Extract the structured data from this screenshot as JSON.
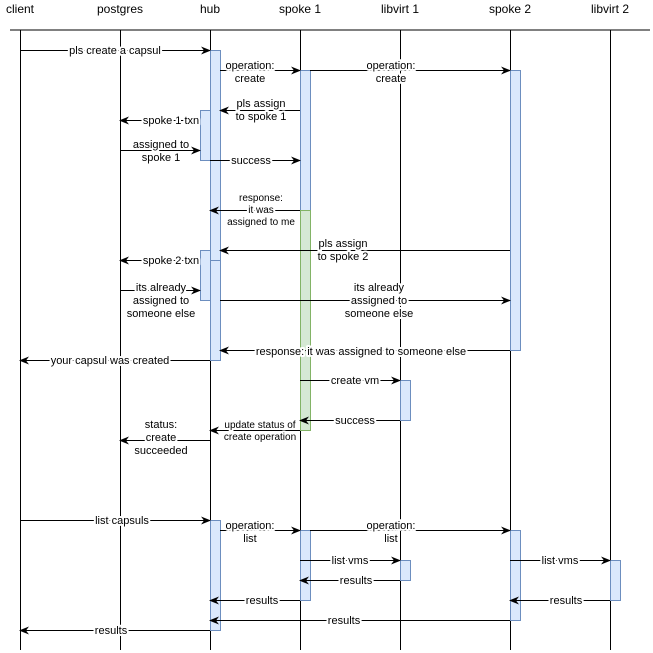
{
  "participants": [
    "client",
    "postgres",
    "hub",
    "spoke 1",
    "libvirt 1",
    "spoke 2",
    "libvirt 2"
  ],
  "messages": [
    {
      "lines": [
        "pls create a capsul"
      ]
    },
    {
      "lines": [
        "operation:",
        "create"
      ]
    },
    {
      "lines": [
        "operation:",
        "create"
      ]
    },
    {
      "lines": [
        "pls assign",
        "to spoke 1"
      ]
    },
    {
      "lines": [
        "spoke 1 txn"
      ]
    },
    {
      "lines": [
        "assigned to",
        "spoke 1"
      ]
    },
    {
      "lines": [
        "success"
      ]
    },
    {
      "lines": [
        "response:",
        "it was",
        "assigned to me"
      ]
    },
    {
      "lines": [
        "pls assign",
        "to spoke 2"
      ]
    },
    {
      "lines": [
        "spoke 2 txn"
      ]
    },
    {
      "lines": [
        "its already",
        "assigned to",
        "someone else"
      ]
    },
    {
      "lines": [
        "its already",
        "assigned to",
        "someone else"
      ]
    },
    {
      "lines": [
        "response: it was assigned to someone else"
      ]
    },
    {
      "lines": [
        "your capsul was created"
      ]
    },
    {
      "lines": [
        "create vm"
      ]
    },
    {
      "lines": [
        "success"
      ]
    },
    {
      "lines": [
        "update status of",
        "create operation"
      ]
    },
    {
      "lines": [
        "status:",
        "create",
        "succeeded"
      ]
    },
    {
      "lines": [
        "list capsuls"
      ]
    },
    {
      "lines": [
        "operation:",
        "list"
      ]
    },
    {
      "lines": [
        "operation:",
        "list"
      ]
    },
    {
      "lines": [
        "list vms"
      ]
    },
    {
      "lines": [
        "results"
      ]
    },
    {
      "lines": [
        "list vms"
      ]
    },
    {
      "lines": [
        "results"
      ]
    },
    {
      "lines": [
        "results"
      ]
    },
    {
      "lines": [
        "results"
      ]
    },
    {
      "lines": [
        "results"
      ]
    }
  ],
  "colors": {
    "activation_fill": "#dae8fc",
    "activation_stroke": "#6c8ebf",
    "active_green_fill": "#d5e8d4",
    "active_green_stroke": "#82b366"
  }
}
